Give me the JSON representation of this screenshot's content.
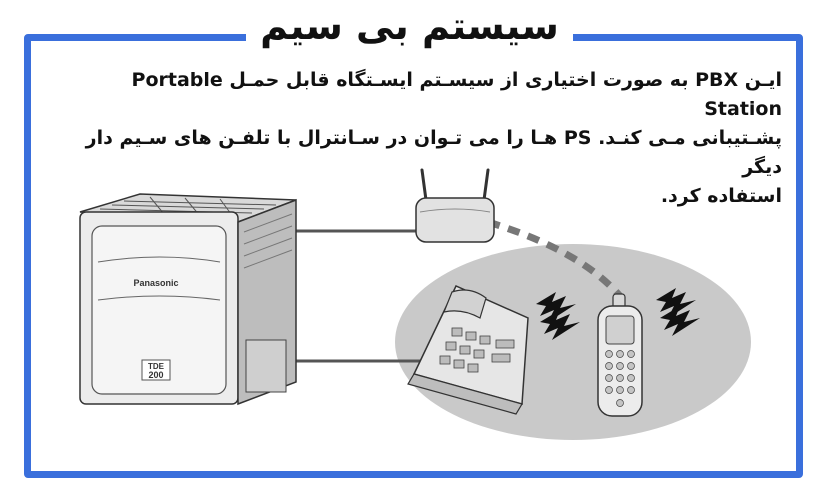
{
  "title": "سیستم بی سیم",
  "description": {
    "line1": "ایـن PBX به صورت اختیاری از سیسـتم ایسـتگاه قابل حمـل Portable Station",
    "line2": "پشـتیبانی مـی کنـد. PS هـا را می تـوان در سـانترال با تلفـن های سـیم دار دیگر",
    "line3": "استفاده کرد."
  },
  "pbx_unit": {
    "brand": "Panasonic",
    "model_line1": "TDE",
    "model_line2": "200"
  },
  "colors": {
    "frame_border": "#3a6fdc",
    "ellipse_fill": "#c9c9c9",
    "link_dash": "#777777"
  }
}
